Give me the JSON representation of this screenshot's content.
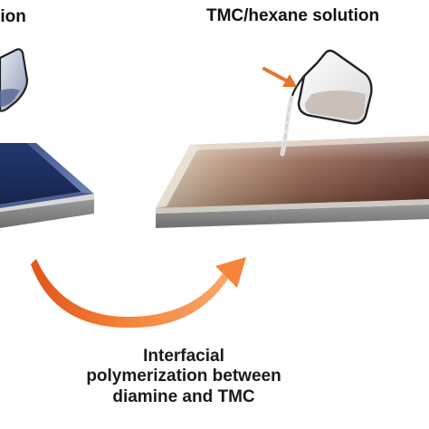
{
  "labels": {
    "left_solution": "tion",
    "right_solution": "TMC/hexane solution"
  },
  "caption": {
    "line1": "Interfacial",
    "line2": "polymerization between",
    "line3": "diamine and TMC"
  },
  "colors": {
    "left_film": "#1b2f63",
    "right_film_light": "#cfc0ae",
    "right_film_dark": "#5c2f22",
    "substrate": "#8a8a8a",
    "curved_arrow": "#f06a1c",
    "pour_arrow": "#e8722a"
  },
  "icons": {
    "left_vessel": "beaker-icon",
    "right_vessel": "beaker-icon",
    "pour_arrow": "arrow-icon",
    "process_arrow": "curved-arrow-icon"
  }
}
